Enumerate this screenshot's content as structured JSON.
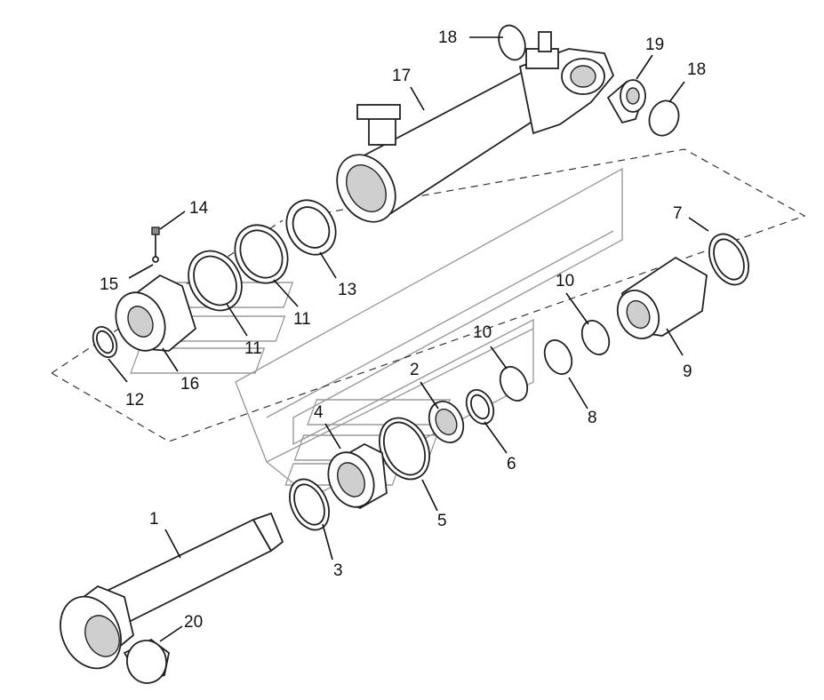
{
  "diagram": {
    "labels": [
      {
        "id": "1",
        "text": "1"
      },
      {
        "id": "2",
        "text": "2"
      },
      {
        "id": "3",
        "text": "3"
      },
      {
        "id": "4",
        "text": "4"
      },
      {
        "id": "5",
        "text": "5"
      },
      {
        "id": "6",
        "text": "6"
      },
      {
        "id": "7",
        "text": "7"
      },
      {
        "id": "8",
        "text": "8"
      },
      {
        "id": "9",
        "text": "9"
      },
      {
        "id": "10a",
        "text": "10"
      },
      {
        "id": "10b",
        "text": "10"
      },
      {
        "id": "11a",
        "text": "11"
      },
      {
        "id": "11b",
        "text": "11"
      },
      {
        "id": "12",
        "text": "12"
      },
      {
        "id": "13",
        "text": "13"
      },
      {
        "id": "14",
        "text": "14"
      },
      {
        "id": "15",
        "text": "15"
      },
      {
        "id": "16",
        "text": "16"
      },
      {
        "id": "17",
        "text": "17"
      },
      {
        "id": "18a",
        "text": "18"
      },
      {
        "id": "18b",
        "text": "18"
      },
      {
        "id": "19",
        "text": "19"
      },
      {
        "id": "20",
        "text": "20"
      }
    ]
  }
}
